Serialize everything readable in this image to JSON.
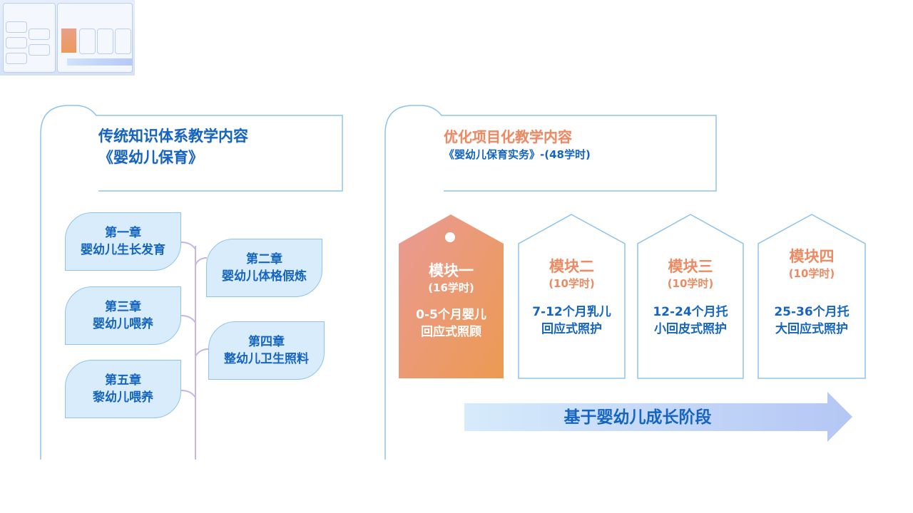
{
  "left_panel": {
    "title_line1": "传统知识体系教学内容",
    "title_line2": "《婴幼儿保育》",
    "chapters": [
      {
        "num": "第一章",
        "name": "婴幼儿生长发育"
      },
      {
        "num": "第二章",
        "name": "婴幼儿体格假炼"
      },
      {
        "num": "第三章",
        "name": "婴幼儿喂养"
      },
      {
        "num": "第四章",
        "name": "整幼儿卫生照料"
      },
      {
        "num": "第五章",
        "name": "黎幼儿喂养"
      }
    ]
  },
  "right_panel": {
    "title_line1": "优化项目化教学内容",
    "title_line2": "《婴幼儿保育实务》-(48学时)",
    "modules": [
      {
        "title": "模块一",
        "hours": "(16学时)",
        "desc1": "0-5个月婴儿",
        "desc2": "回应式照顾"
      },
      {
        "title": "模块二",
        "hours": "(10学时)",
        "desc1": "7-12个月乳儿",
        "desc2": "回应式照护"
      },
      {
        "title": "模块三",
        "hours": "(10学时)",
        "desc1": "12-24个月托",
        "desc2": "小回皮式照护"
      },
      {
        "title": "模块四",
        "hours": "(10学时)",
        "desc1": "25-36个月托",
        "desc2": "大回应式照护"
      }
    ],
    "arrow_label": "基于婴幼儿成长阶段"
  },
  "colors": {
    "primary_blue": "#1565c0",
    "accent_orange": "#ec8a63",
    "frame_blue": "#8ec3ee"
  }
}
